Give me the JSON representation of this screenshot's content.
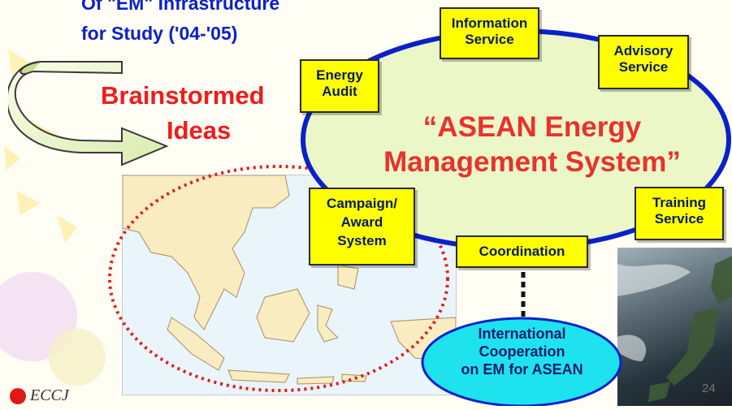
{
  "title": {
    "line1": "Of \"EM\" Infrastructure",
    "line2": "for Study ('04-'05)"
  },
  "brainstormed": {
    "word1": "Brainstormed",
    "word2": "Ideas"
  },
  "boxes": {
    "information_service": "Information\nService",
    "advisory_service": "Advisory\nService",
    "energy_audit": "Energy\nAudit",
    "campaign_award": "Campaign/\nAward\nSystem",
    "coordination": "Coordination",
    "training_service": "Training\nService"
  },
  "system_title": {
    "line1": "“ASEAN Energy",
    "line2": "Management System”"
  },
  "international": "International\nCooperation\non EM for ASEAN",
  "footer": {
    "logo": "ECCJ",
    "page_number": "24"
  },
  "colors": {
    "title_blue": "#0b21c8",
    "highlight_red": "#ee1c1c",
    "ellipse_fill": "#ecf7c8",
    "ellipse_stroke": "#0b21c8",
    "box_yellow": "#ffff00",
    "cyan": "#1ee3ee"
  }
}
